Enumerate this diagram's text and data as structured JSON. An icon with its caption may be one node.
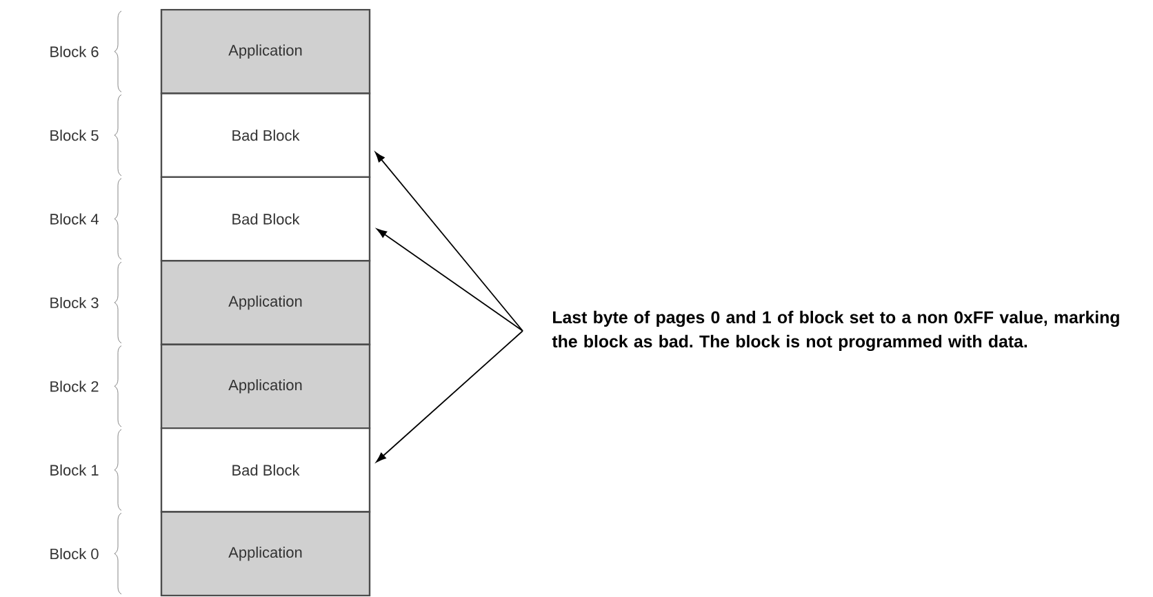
{
  "diagram": {
    "nodes": [
      {
        "text": [
          "Application"
        ]
      },
      {
        "text": [
          "Bad Block"
        ]
      },
      {
        "text": [
          "Bad Block"
        ]
      },
      {
        "text": [
          "Application"
        ]
      },
      {
        "text": [
          "Application"
        ]
      },
      {
        "text": [
          "Bad Block"
        ]
      },
      {
        "text": [
          "Application"
        ]
      },
      {
        "text": [
          "Last byte of pages 0 and 1 of block set to a non 0xFF value, marking the block as bad. The block is not programmed with data."
        ]
      }
    ],
    "edges": [
      {
        "from": 7,
        "to": 1,
        "arrow": "to"
      },
      {
        "from": 7,
        "to": 2,
        "arrow": "to"
      },
      {
        "from": 7,
        "to": 5,
        "arrow": "to"
      }
    ],
    "labels": [
      "Block 6",
      "Block 5",
      "Block 4",
      "Block 3",
      "Block 2",
      "Block 1",
      "Block 0"
    ]
  }
}
